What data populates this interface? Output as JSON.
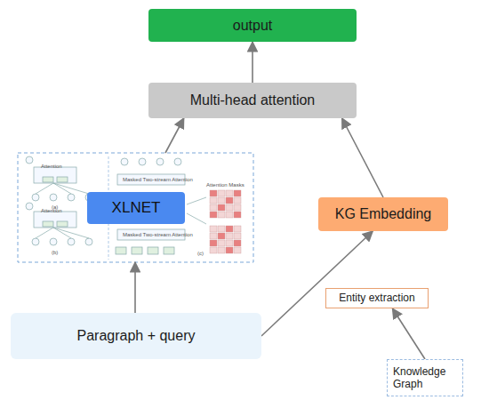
{
  "diagram": {
    "nodes": [
      {
        "text": [
          "output"
        ]
      },
      {
        "text": [
          "Multi-head attention"
        ]
      },
      {
        "text": [
          "XLNET"
        ]
      },
      {
        "text": [
          "KG Embedding"
        ]
      },
      {
        "text": [
          "Entity extraction"
        ]
      },
      {
        "text": [
          "Paragraph + query"
        ]
      },
      {
        "text": [
          "Knowledge Graph"
        ]
      }
    ],
    "edges": [
      {
        "from": 2,
        "to": 1,
        "arrow": "to"
      },
      {
        "from": 3,
        "to": 1,
        "arrow": "to"
      },
      {
        "from": 1,
        "to": 0,
        "arrow": "to"
      },
      {
        "from": 5,
        "to": 2,
        "arrow": "to"
      },
      {
        "from": 5,
        "to": 3,
        "arrow": "to"
      },
      {
        "from": 6,
        "to": 4,
        "arrow": "to"
      }
    ],
    "labels": [
      "Attention",
      "Attention",
      "Masked Two-stream Attention",
      "Masked Two-stream Attention",
      "Attention Masks",
      "(a)",
      "(b)",
      "(c)"
    ]
  }
}
